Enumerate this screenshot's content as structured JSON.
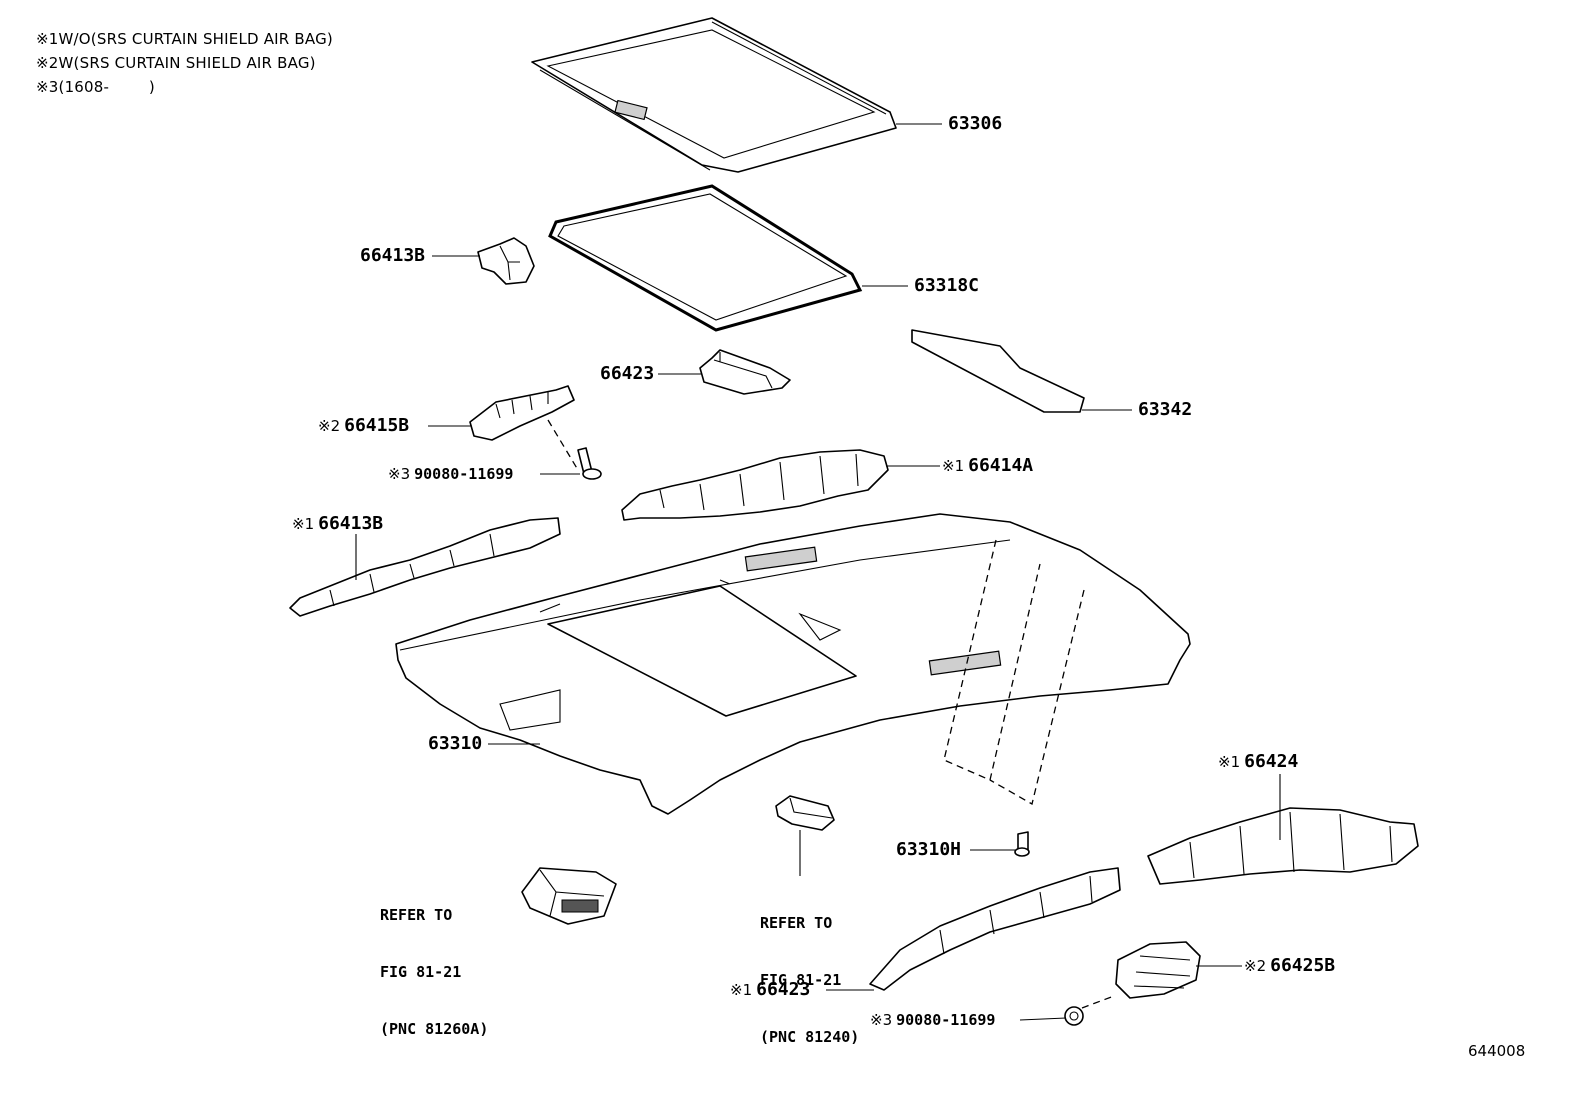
{
  "notes": [
    {
      "mark": "※1",
      "text": "W/O(SRS CURTAIN SHIELD AIR BAG)"
    },
    {
      "mark": "※2",
      "text": "W(SRS CURTAIN SHIELD AIR BAG)"
    },
    {
      "mark": "※3",
      "text": "(1608-        )"
    }
  ],
  "parts": [
    {
      "id": "p63306",
      "mark": "",
      "number": "63306"
    },
    {
      "id": "p66413b_top",
      "mark": "",
      "number": "66413B"
    },
    {
      "id": "p63318c",
      "mark": "",
      "number": "63318C"
    },
    {
      "id": "p66423_top",
      "mark": "",
      "number": "66423"
    },
    {
      "id": "p63342",
      "mark": "",
      "number": "63342"
    },
    {
      "id": "p66415b",
      "mark": "※2",
      "number": "66415B"
    },
    {
      "id": "p90080_top",
      "mark": "※3",
      "number": "90080-11699"
    },
    {
      "id": "p66414a",
      "mark": "※1",
      "number": "66414A"
    },
    {
      "id": "p66413b_side",
      "mark": "※1",
      "number": "66413B"
    },
    {
      "id": "p63310",
      "mark": "",
      "number": "63310"
    },
    {
      "id": "p66424",
      "mark": "※1",
      "number": "66424"
    },
    {
      "id": "p63310h",
      "mark": "",
      "number": "63310H"
    },
    {
      "id": "p66425b",
      "mark": "※2",
      "number": "66425B"
    },
    {
      "id": "p66423_bottom",
      "mark": "※1",
      "number": "66423"
    },
    {
      "id": "p90080_bottom",
      "mark": "※3",
      "number": "90080-11699"
    }
  ],
  "references": [
    {
      "line1": "REFER TO",
      "line2": "FIG 81-21",
      "line3": "(PNC 81260A)"
    },
    {
      "line1": "REFER TO",
      "line2": "FIG 81-21",
      "line3": "(PNC 81240)"
    }
  ],
  "figure_number": "644008"
}
